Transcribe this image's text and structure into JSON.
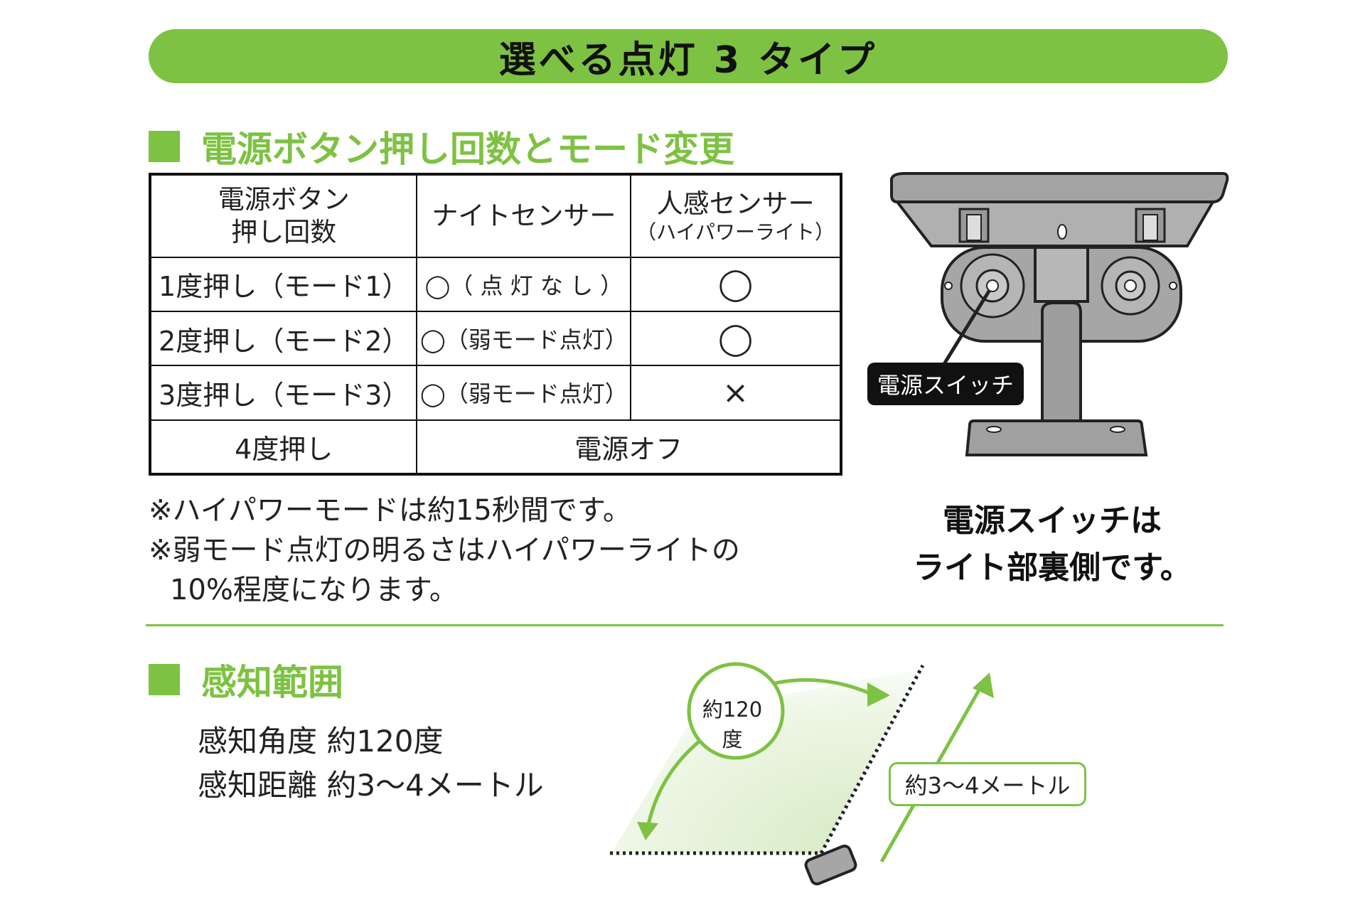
{
  "banner": {
    "title": "選べる点灯 3 タイプ"
  },
  "modes_section": {
    "heading": "電源ボタン押し回数とモード変更",
    "table": {
      "headers": {
        "presses_line1": "電源ボタン",
        "presses_line2": "押し回数",
        "night_sensor": "ナイトセンサー",
        "motion_sensor": "人感センサー",
        "motion_sensor_sub": "（ハイパワーライト）"
      },
      "rows": [
        {
          "presses": "1度押し（モード1）",
          "night": "◯（ 点 灯 な し ）",
          "motion": "◯"
        },
        {
          "presses": "2度押し（モード2）",
          "night": "◯（弱モード点灯）",
          "motion": "◯"
        },
        {
          "presses": "3度押し（モード3）",
          "night": "◯（弱モード点灯）",
          "motion": "×"
        }
      ],
      "last_row": {
        "presses": "4度押し",
        "value": "電源オフ"
      }
    },
    "notes": [
      "※ハイパワーモードは約15秒間です。",
      "※弱モード点灯の明るさはハイパワーライトの",
      "10%程度になります。"
    ]
  },
  "device": {
    "switch_label": "電源スイッチ",
    "caption_line1": "電源スイッチは",
    "caption_line2": "ライト部裏側です。"
  },
  "detection_section": {
    "heading": "感知範囲",
    "angle_text": "感知角度 約120度",
    "distance_text": "感知距離 約3〜4メートル",
    "angle_label": "約120度",
    "distance_label": "約3〜4メートル"
  },
  "colors": {
    "accent": "#7dc242",
    "text": "#1a1a1a",
    "device_gray": "#a0a0a0"
  }
}
